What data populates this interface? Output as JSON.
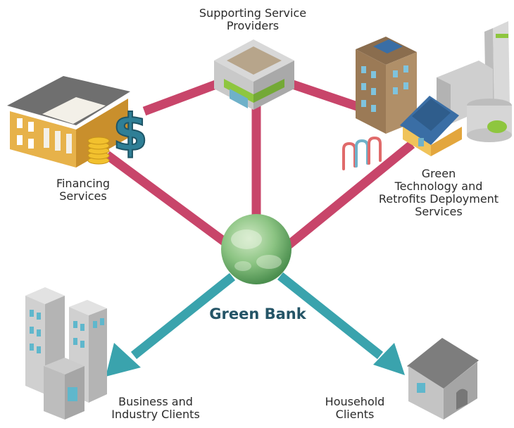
{
  "center": {
    "label": "Green Bank"
  },
  "nodes": {
    "supporting": {
      "lines": [
        "Supporting Service",
        "Providers"
      ]
    },
    "financing": {
      "lines": [
        "Financing",
        "Services"
      ]
    },
    "green_tech": {
      "lines": [
        "Green",
        "Technology and",
        "Retrofits Deployment",
        "Services"
      ]
    },
    "business": {
      "lines": [
        "Business and",
        "Industry Clients"
      ]
    },
    "household": {
      "lines": [
        "Household",
        "Clients"
      ]
    }
  },
  "colors": {
    "connector": "#c8456a",
    "arrow": "#3aa3ad",
    "globe": "#7fbf7a",
    "label_center": "#245466",
    "label_text": "#2b2b2b"
  }
}
